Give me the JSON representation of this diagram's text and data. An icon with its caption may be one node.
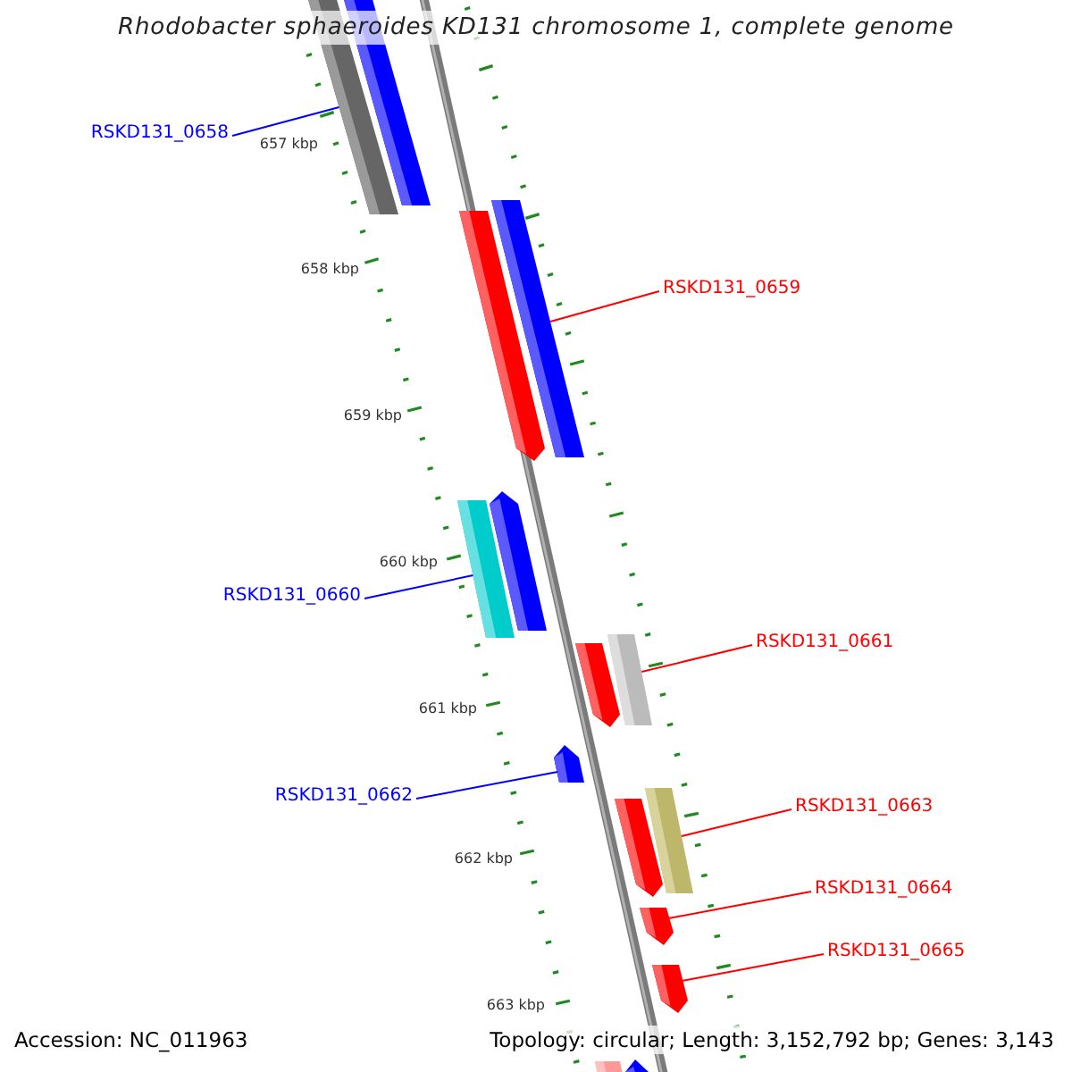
{
  "diagram": {
    "title": "Rhodobacter sphaeroides KD131 chromosome 1, complete genome",
    "nodes": [
      {
        "text": [],
        "shape": "bar"
      },
      {
        "text": [],
        "shape": "bar"
      },
      {
        "text": [
          "RSKD131_0658"
        ]
      },
      {
        "text": [],
        "shape": "bar"
      },
      {
        "text": [],
        "shape": "bar"
      },
      {
        "text": [
          "RSKD131_0659"
        ]
      },
      {
        "text": [],
        "shape": "bar"
      },
      {
        "text": [],
        "shape": "bar"
      },
      {
        "text": [
          "RSKD131_0660"
        ]
      },
      {
        "text": [],
        "shape": "bar"
      },
      {
        "text": [],
        "shape": "bar"
      },
      {
        "text": [
          "RSKD131_0661"
        ]
      },
      {
        "text": [],
        "shape": "bar"
      },
      {
        "text": [
          "RSKD131_0662"
        ]
      },
      {
        "text": [],
        "shape": "bar"
      },
      {
        "text": [],
        "shape": "bar"
      },
      {
        "text": [
          "RSKD131_0663"
        ]
      },
      {
        "text": [
          "RSKD131_0664"
        ]
      },
      {
        "text": [],
        "shape": "bar"
      },
      {
        "text": [
          "RSKD131_0665"
        ]
      },
      {
        "text": [],
        "shape": "bar"
      },
      {
        "text": [],
        "shape": "bar"
      },
      {
        "text": [],
        "shape": "bar"
      }
    ],
    "edges": [
      {
        "from": 2,
        "to": 0,
        "arrow": "none",
        "color": "#0000ff"
      },
      {
        "from": 5,
        "to": 4,
        "arrow": "none"
      },
      {
        "from": 8,
        "to": 6,
        "arrow": "none",
        "color": "#0000ff"
      },
      {
        "from": 11,
        "to": 10,
        "arrow": "none"
      },
      {
        "from": 13,
        "to": 12,
        "arrow": "none",
        "color": "#0000ff"
      },
      {
        "from": 16,
        "to": 15,
        "arrow": "none"
      },
      {
        "from": 17,
        "to": 18,
        "arrow": "none"
      },
      {
        "from": 19,
        "to": 20,
        "arrow": "none"
      }
    ],
    "labels": [
      "657 kbp",
      "658 kbp",
      "659 kbp",
      "660 kbp",
      "661 kbp",
      "662 kbp",
      "663 kbp",
      "Accession: NC_011963",
      "Topology: circular; Length: 3,152,792 bp; Genes: 3,143"
    ]
  }
}
